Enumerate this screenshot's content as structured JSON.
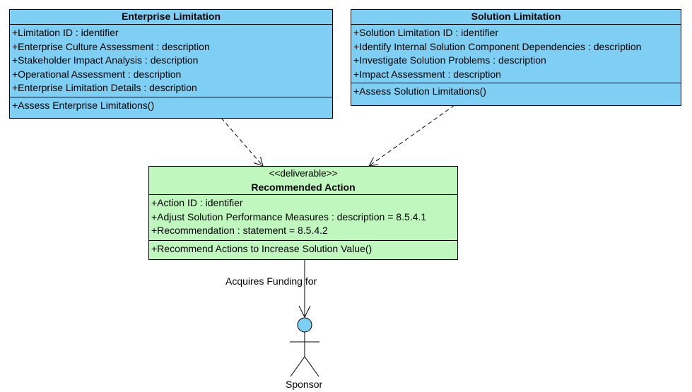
{
  "classes": {
    "enterprise_limitation": {
      "name": "Enterprise Limitation",
      "attributes": [
        "+Limitation ID : identifier",
        "+Enterprise Culture Assessment : description",
        "+Stakeholder Impact Analysis : description",
        "+Operational Assessment : description",
        "+Enterprise Limitation Details : description"
      ],
      "operations": [
        "+Assess Enterprise Limitations()"
      ]
    },
    "solution_limitation": {
      "name": "Solution Limitation",
      "attributes": [
        "+Solution Limitation ID : identifier",
        "+Identify Internal Solution Component Dependencies : description",
        "+Investigate Solution Problems : description",
        "+Impact Assessment : description"
      ],
      "operations": [
        "+Assess Solution Limitations()"
      ]
    },
    "recommended_action": {
      "stereotype": "<<deliverable>>",
      "name": "Recommended Action",
      "attributes": [
        "+Action ID : identifier",
        "+Adjust Solution Performance Measures : description = 8.5.4.1",
        "+Recommendation : statement = 8.5.4.2"
      ],
      "operations": [
        "+Recommend Actions to Increase Solution Value()"
      ]
    }
  },
  "association": {
    "label": "Acquires Funding for"
  },
  "actor": {
    "name": "Sponsor"
  },
  "colors": {
    "limitation_fill": "#7fcff4",
    "deliverable_fill": "#c0f7be",
    "actor_head_fill": "#7fcff4",
    "line": "#000000"
  }
}
